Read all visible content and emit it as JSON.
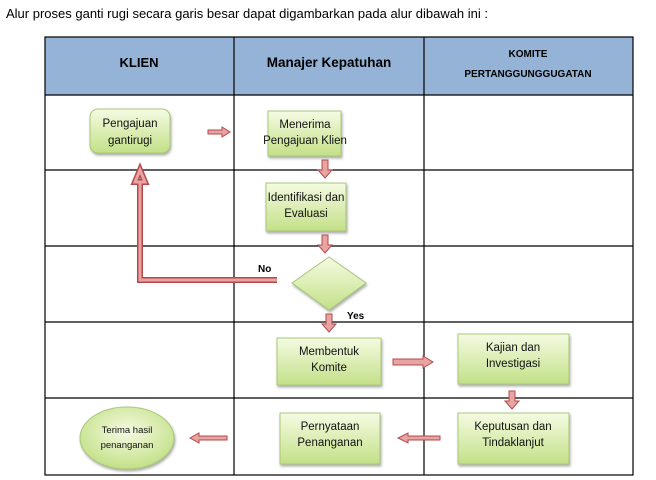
{
  "intro": "Alur proses ganti rugi secara garis besar dapat digambarkan pada alur dibawah ini :",
  "header": {
    "col1": "KLIEN",
    "col2": "Manajer Kepatuhan",
    "col3_line1": "KOMITE",
    "col3_line2": "PERTANGGUNGGUGATAN"
  },
  "nodes": {
    "pengajuan": [
      "Pengajuan",
      "gantirugi"
    ],
    "menerima": [
      "Menerima",
      "Pengajuan Klien"
    ],
    "identifikasi": [
      "Identifikasi dan",
      "Evaluasi"
    ],
    "membentuk": [
      "Membentuk",
      "Komite"
    ],
    "kajian": [
      "Kajian dan",
      "Investigasi"
    ],
    "keputusan": [
      "Keputusan dan",
      "Tindaklanjut"
    ],
    "pernyataan": [
      "Pernyataan",
      "Penanganan"
    ],
    "terima": [
      "Terima hasil",
      "penanganan"
    ]
  },
  "labels": {
    "no": "No",
    "yes": "Yes"
  },
  "colors": {
    "header": "#95b3d7",
    "box_top": "#f3fadf",
    "box_bottom": "#c3e087",
    "arrow_fill": "#e8a3a3",
    "arrow_stroke": "#b34a4a"
  }
}
